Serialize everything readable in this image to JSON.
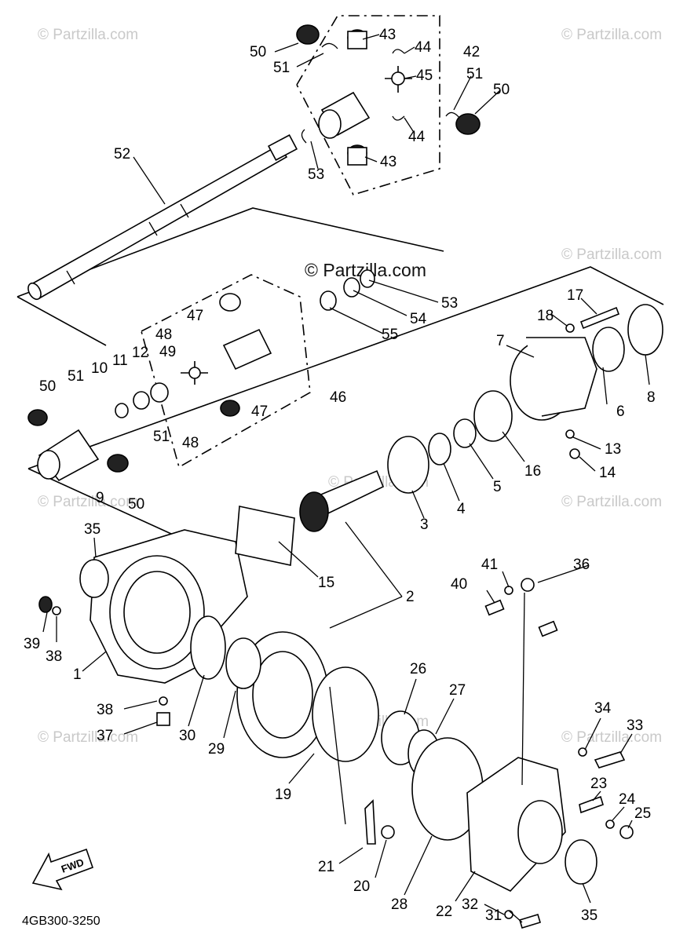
{
  "watermark": "© Partzilla.com",
  "diagram_code": "4GB300-3250",
  "fwd_label": "FWD",
  "labels": [
    {
      "id": "l50a",
      "text": "50"
    },
    {
      "id": "l51a",
      "text": "51"
    },
    {
      "id": "l43a",
      "text": "43"
    },
    {
      "id": "l44a",
      "text": "44"
    },
    {
      "id": "l42",
      "text": "42"
    },
    {
      "id": "l45",
      "text": "45"
    },
    {
      "id": "l51b",
      "text": "51"
    },
    {
      "id": "l50b",
      "text": "50"
    },
    {
      "id": "l44b",
      "text": "44"
    },
    {
      "id": "l43b",
      "text": "43"
    },
    {
      "id": "l52",
      "text": "52"
    },
    {
      "id": "l53a",
      "text": "53"
    },
    {
      "id": "l53b",
      "text": "53"
    },
    {
      "id": "l54",
      "text": "54"
    },
    {
      "id": "l55",
      "text": "55"
    },
    {
      "id": "l17",
      "text": "17"
    },
    {
      "id": "l18",
      "text": "18"
    },
    {
      "id": "l7",
      "text": "7"
    },
    {
      "id": "l47a",
      "text": "47"
    },
    {
      "id": "l48a",
      "text": "48"
    },
    {
      "id": "l49",
      "text": "49"
    },
    {
      "id": "l12",
      "text": "12"
    },
    {
      "id": "l11",
      "text": "11"
    },
    {
      "id": "l10",
      "text": "10"
    },
    {
      "id": "l51c",
      "text": "51"
    },
    {
      "id": "l50c",
      "text": "50"
    },
    {
      "id": "l46",
      "text": "46"
    },
    {
      "id": "l47b",
      "text": "47"
    },
    {
      "id": "l48b",
      "text": "48"
    },
    {
      "id": "l51d",
      "text": "51"
    },
    {
      "id": "l9",
      "text": "9"
    },
    {
      "id": "l50d",
      "text": "50"
    },
    {
      "id": "l6",
      "text": "6"
    },
    {
      "id": "l8",
      "text": "8"
    },
    {
      "id": "l13",
      "text": "13"
    },
    {
      "id": "l14",
      "text": "14"
    },
    {
      "id": "l16",
      "text": "16"
    },
    {
      "id": "l5",
      "text": "5"
    },
    {
      "id": "l4",
      "text": "4"
    },
    {
      "id": "l3",
      "text": "3"
    },
    {
      "id": "l35a",
      "text": "35"
    },
    {
      "id": "l15",
      "text": "15"
    },
    {
      "id": "l2",
      "text": "2"
    },
    {
      "id": "l41",
      "text": "41"
    },
    {
      "id": "l36",
      "text": "36"
    },
    {
      "id": "l40",
      "text": "40"
    },
    {
      "id": "l39",
      "text": "39"
    },
    {
      "id": "l38a",
      "text": "38"
    },
    {
      "id": "l1",
      "text": "1"
    },
    {
      "id": "l26",
      "text": "26"
    },
    {
      "id": "l27",
      "text": "27"
    },
    {
      "id": "l38b",
      "text": "38"
    },
    {
      "id": "l37",
      "text": "37"
    },
    {
      "id": "l30",
      "text": "30"
    },
    {
      "id": "l29",
      "text": "29"
    },
    {
      "id": "l34",
      "text": "34"
    },
    {
      "id": "l33",
      "text": "33"
    },
    {
      "id": "l19",
      "text": "19"
    },
    {
      "id": "l23",
      "text": "23"
    },
    {
      "id": "l24",
      "text": "24"
    },
    {
      "id": "l25",
      "text": "25"
    },
    {
      "id": "l21",
      "text": "21"
    },
    {
      "id": "l20",
      "text": "20"
    },
    {
      "id": "l28",
      "text": "28"
    },
    {
      "id": "l22",
      "text": "22"
    },
    {
      "id": "l32",
      "text": "32"
    },
    {
      "id": "l31",
      "text": "31"
    },
    {
      "id": "l35b",
      "text": "35"
    }
  ]
}
